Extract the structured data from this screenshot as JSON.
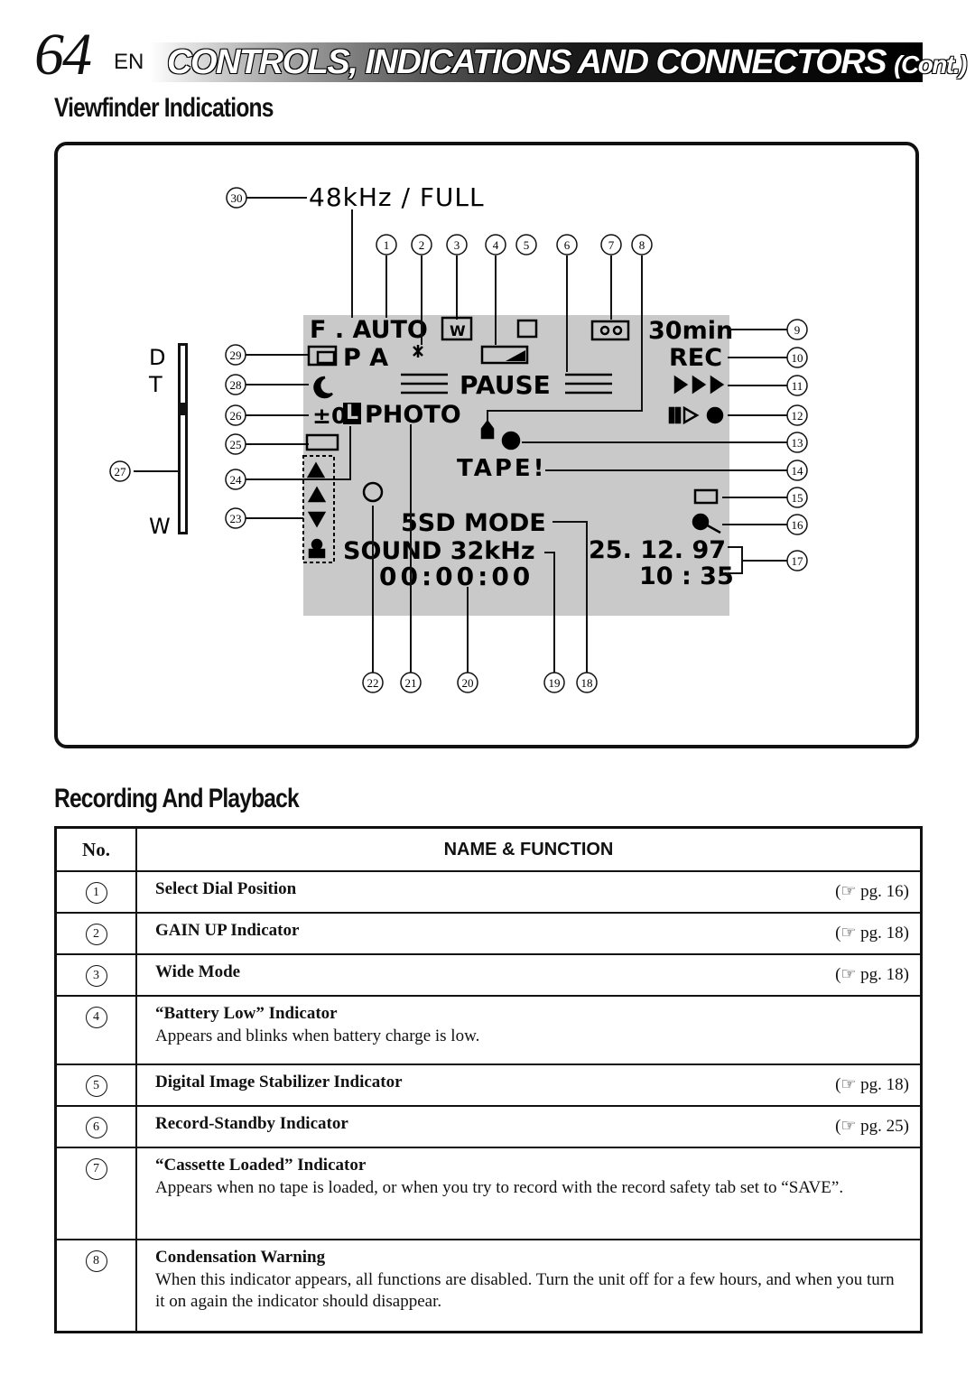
{
  "header": {
    "page_number": "64",
    "lang": "EN",
    "title": "CONTROLS, INDICATIONS AND CONNECTORS",
    "cont": "(Cont.)"
  },
  "section_title": "Viewfinder Indications",
  "diagram": {
    "top_label": "48kHz / FULL",
    "zoom_d": "D",
    "zoom_t": "T",
    "zoom_w": "W",
    "lcd": {
      "f_auto": "F . AUTO",
      "p_a": "P  A",
      "pause": "PAUSE",
      "photo": "PHOTO",
      "tape": "TAPE!",
      "mode": "5SD  MODE",
      "sound": "SOUND  32kHz",
      "timecode": "00:00:00",
      "remain": "30min",
      "rec": "REC",
      "date": "25. 12. 97",
      "time": "10 : 35",
      "zero": "±0",
      "l_box": "L"
    },
    "callouts": [
      "1",
      "2",
      "3",
      "4",
      "5",
      "6",
      "7",
      "8",
      "9",
      "10",
      "11",
      "12",
      "13",
      "14",
      "15",
      "16",
      "17",
      "18",
      "19",
      "20",
      "21",
      "22",
      "23",
      "24",
      "25",
      "26",
      "27",
      "28",
      "29",
      "30"
    ]
  },
  "table": {
    "section_title": "Recording And Playback",
    "col_no": "No.",
    "col_name": "NAME & FUNCTION",
    "rows": [
      {
        "no": "1",
        "name": "Select Dial Position",
        "desc": "",
        "pg": "(☞ pg. 16)"
      },
      {
        "no": "2",
        "name": "GAIN UP Indicator",
        "desc": "",
        "pg": "(☞ pg. 18)"
      },
      {
        "no": "3",
        "name": "Wide Mode",
        "desc": "",
        "pg": "(☞ pg. 18)"
      },
      {
        "no": "4",
        "name": "“Battery Low” Indicator",
        "desc": "Appears and blinks when battery charge is low.",
        "pg": ""
      },
      {
        "no": "5",
        "name": "Digital Image Stabilizer Indicator",
        "desc": "",
        "pg": "(☞ pg. 18)"
      },
      {
        "no": "6",
        "name": "Record-Standby Indicator",
        "desc": "",
        "pg": "(☞ pg. 25)"
      },
      {
        "no": "7",
        "name": "“Cassette Loaded” Indicator",
        "desc": "Appears when no tape is loaded, or when you try to record with the record safety tab set to “SAVE”.",
        "pg": ""
      },
      {
        "no": "8",
        "name": "Condensation Warning",
        "desc": "When this indicator appears, all functions are disabled. Turn the unit off for a few hours, and when you turn it on again the indicator should disappear.",
        "pg": ""
      }
    ]
  }
}
